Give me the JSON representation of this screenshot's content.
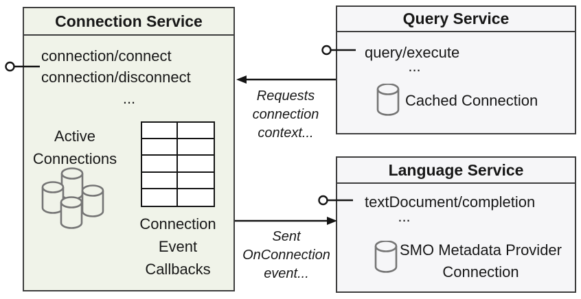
{
  "colors": {
    "canvas_bg": "#ffffff",
    "connection_box_fill": "#f0f3e9",
    "service_box_fill": "#f6f6f8",
    "box_border": "#3d3d3d",
    "connector_line": "#141414",
    "text": "#171717",
    "cylinder_stroke": "#757575"
  },
  "connection_service": {
    "title": "Connection Service",
    "methods": [
      "connection/connect",
      "connection/disconnect"
    ],
    "ellipsis": "...",
    "active_connections_label": "Active Connections",
    "callbacks_label": "Connection Event Callbacks"
  },
  "query_service": {
    "title": "Query Service",
    "methods": [
      "query/execute"
    ],
    "ellipsis": "...",
    "connection_label": "Cached Connection"
  },
  "language_service": {
    "title": "Language Service",
    "methods": [
      "textDocument/completion"
    ],
    "ellipsis": "...",
    "connection_label": "SMO Metadata Provider Connection"
  },
  "relations": {
    "query_to_connection_label": "Requests connection context...",
    "connection_to_language_label": "Sent OnConnection event..."
  },
  "icons": {
    "database-cylinder-icon": "svg cylinder shape",
    "lollipop-interface-icon": "circle + line interface connector",
    "callbacks-grid": "2x5 empty table grid",
    "arrow-left-icon": "solid left arrowhead",
    "arrow-right-icon": "solid right arrowhead"
  }
}
